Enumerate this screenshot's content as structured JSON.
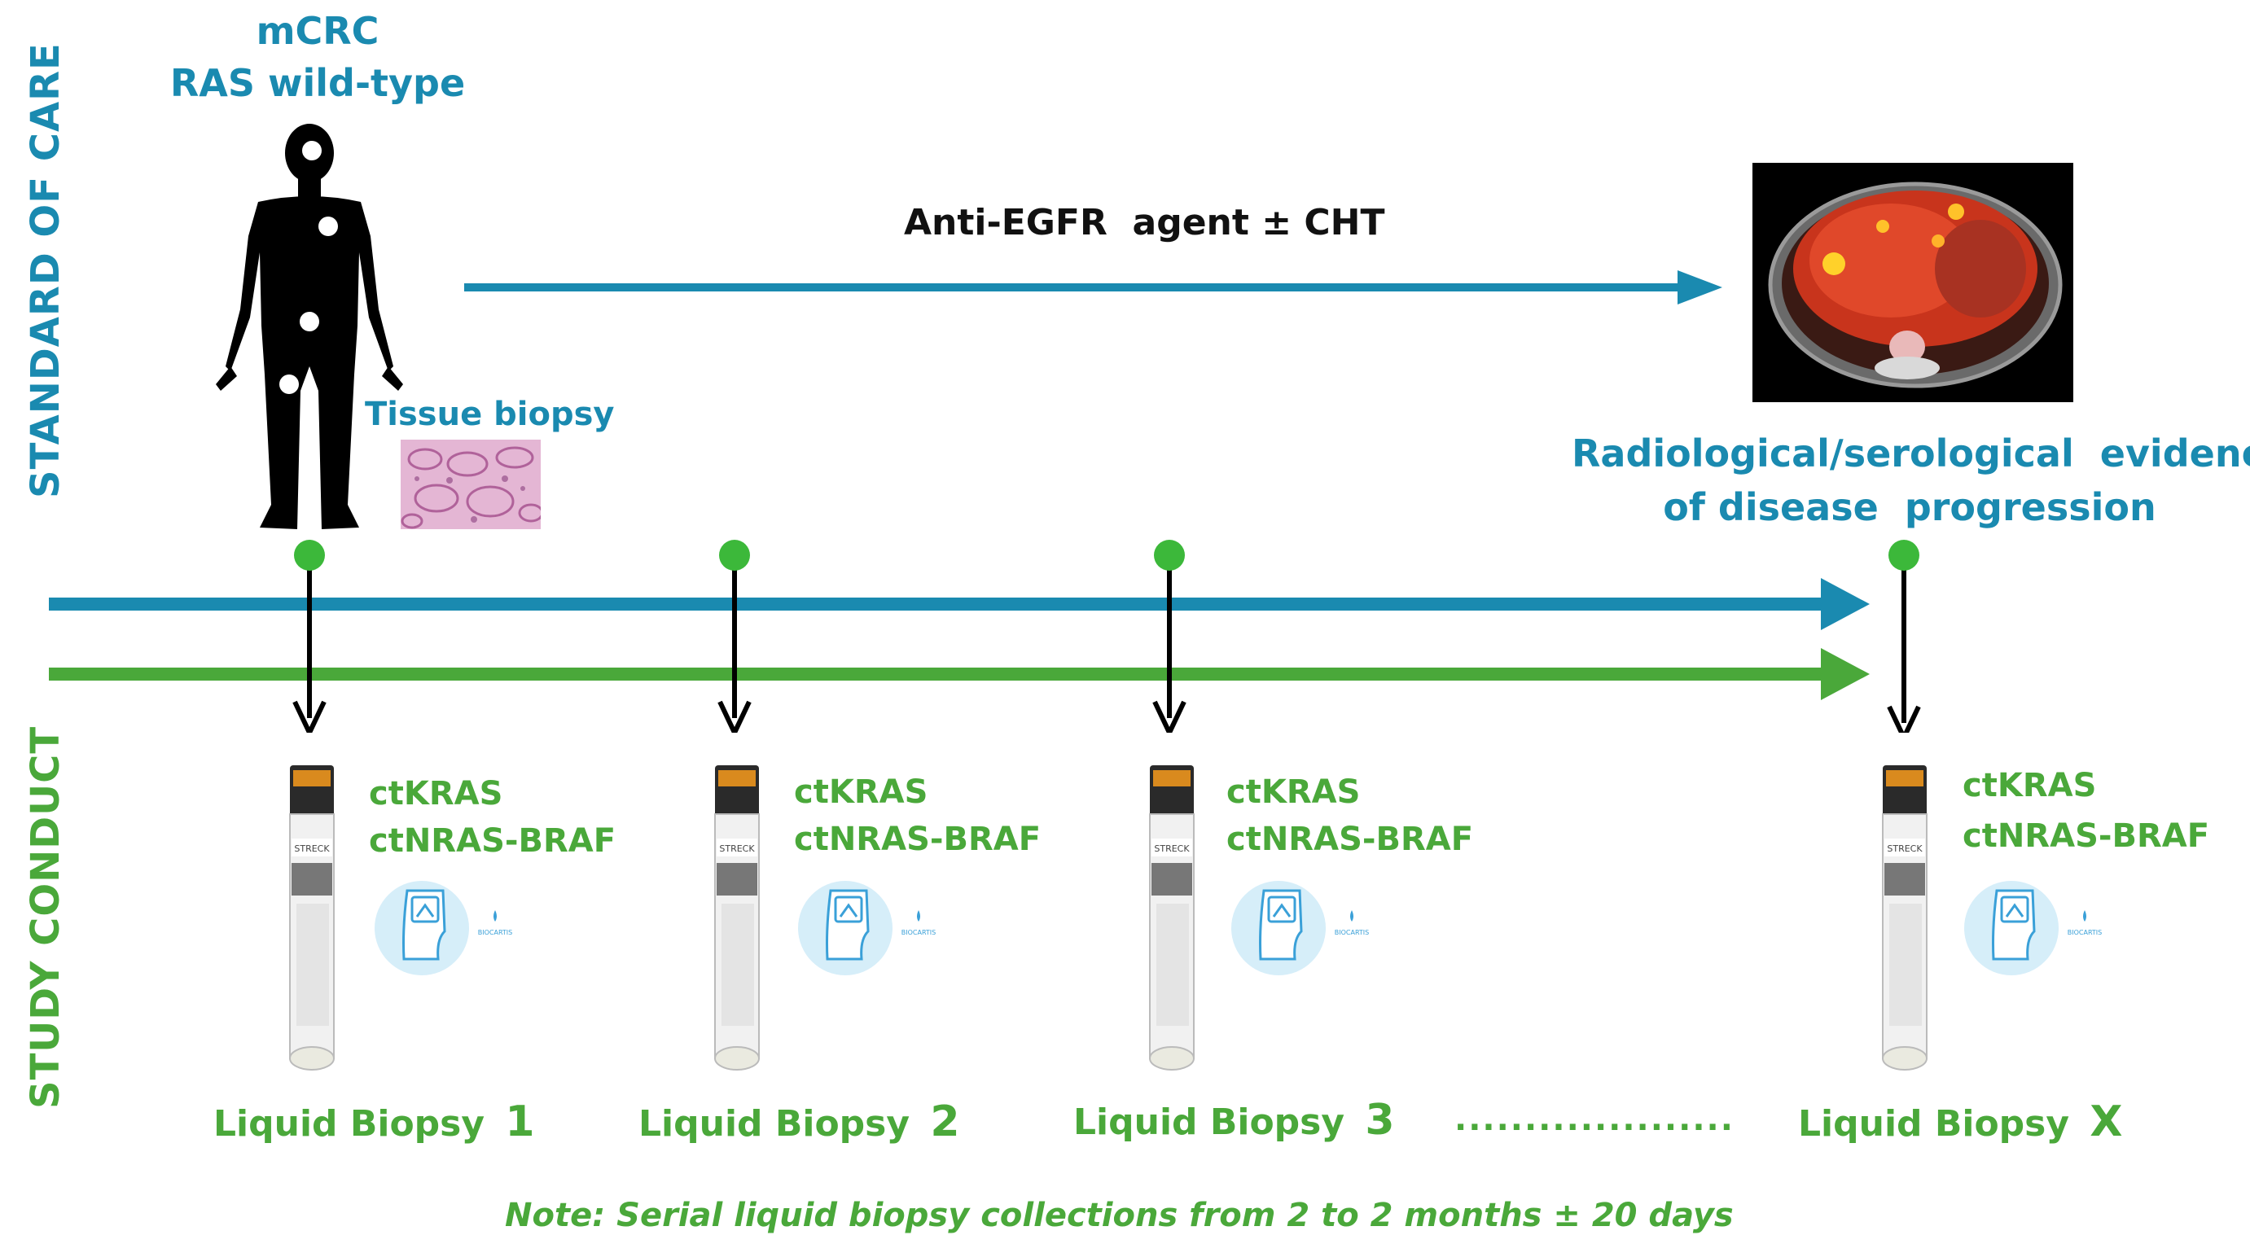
{
  "standard_of_care_label": "STANDARD OF CARE",
  "study_conduct_label": "STUDY CONDUCT",
  "patient_title_line1": "mCRC",
  "patient_title_line2": "RAS wild-type",
  "treatment_label": "Anti-EGFR  agent ± CHT",
  "tissue_biopsy_label": "Tissue biopsy",
  "progression_line1": "Radiological/serological  evidence",
  "progression_line2": "of disease  progression",
  "biomarker_line1": "ctKRAS",
  "biomarker_line2": "ctNRAS-BRAF",
  "device_brand": "BIOCARTIS",
  "tube_brand": "STRECK",
  "liquid_biopsy_prefix": "Liquid Biopsy",
  "liquid_biopsies": [
    "1",
    "2",
    "3",
    "X"
  ],
  "dots": "....................",
  "note": "Note: Serial liquid biopsy collections from 2 to 2 months ± 20 days",
  "colors": {
    "blue": "#1a8ab0",
    "green": "#4aa83a",
    "black": "#111111"
  }
}
